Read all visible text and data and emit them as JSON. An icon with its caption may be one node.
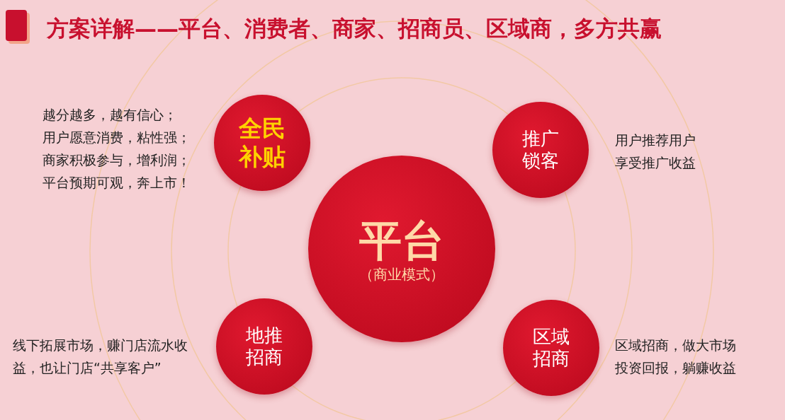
{
  "diagram": {
    "title": "方案详解——平台、消费者、商家、招商员、区域商，多方共赢",
    "nodes": [
      {
        "text": [
          "全民补贴"
        ],
        "beside": [
          "越分越多，越有信心；",
          "用户愿意消费，粘性强；",
          "商家积极参与，增利润；",
          "平台预期可观，奔上市！"
        ]
      },
      {
        "text": [
          "推广锁客"
        ],
        "beside": [
          "用户推荐用户",
          "享受推广收益"
        ]
      },
      {
        "text": [
          "平台",
          "（商业模式）"
        ]
      },
      {
        "text": [
          "地推招商"
        ],
        "beside": [
          "线下拓展市场，赚门店流水收益，也让门店“共享客户”"
        ]
      },
      {
        "text": [
          "区域招商"
        ],
        "beside": [
          "区域招商，做大市场",
          "投资回报，躺赚收益"
        ]
      }
    ]
  }
}
